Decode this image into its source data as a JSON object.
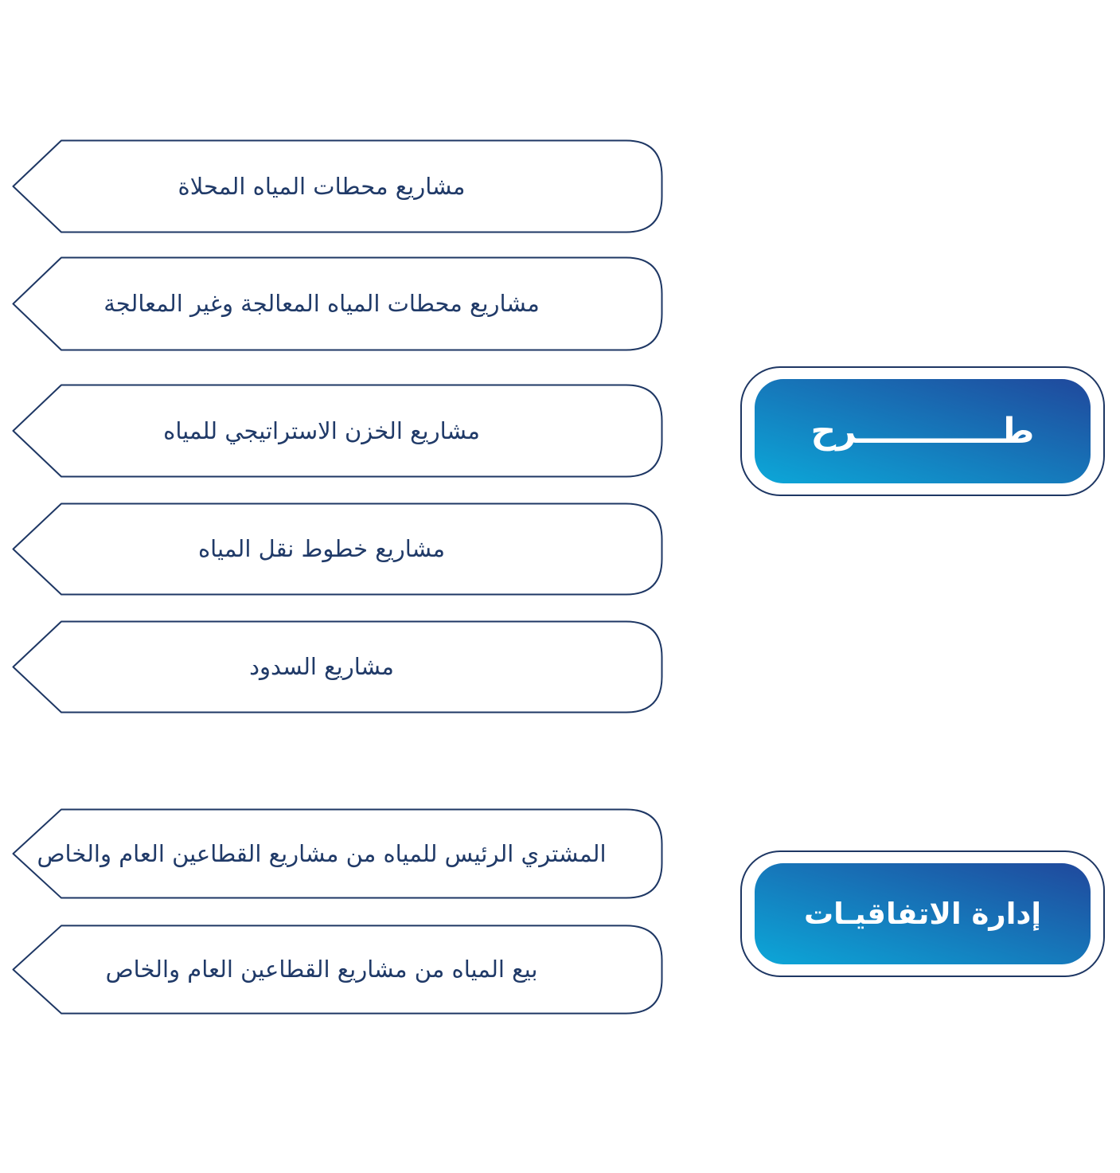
{
  "colors": {
    "outline": "#1e3764",
    "box_text": "#203a68",
    "button_text": "#ffffff",
    "gradient_start": "#0ca7d8",
    "gradient_end": "#20489c"
  },
  "tender_group": {
    "button_label": "طــــــــــــرح",
    "items": [
      {
        "label": "مشاريع محطات المياه المحلاة"
      },
      {
        "label": "مشاريع محطات المياه المعالجة وغير المعالجة"
      },
      {
        "label": "مشاريع الخزن الاستراتيجي للمياه"
      },
      {
        "label": "مشاريع خطوط نقل المياه"
      },
      {
        "label": "مشاريع السدود"
      }
    ]
  },
  "agreements_group": {
    "button_label": "إدارة الاتفاقيـات",
    "items": [
      {
        "label": "المشتري الرئيس للمياه من مشاريع القطاعين العام والخاص"
      },
      {
        "label": "بيع المياه من مشاريع القطاعين العام والخاص"
      }
    ]
  }
}
